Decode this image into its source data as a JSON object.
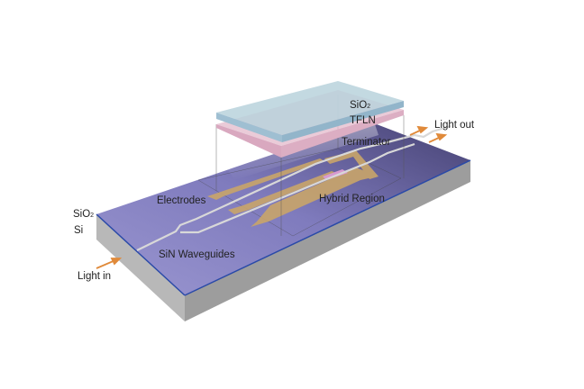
{
  "labels": {
    "top_sio2": "SiO",
    "top_sio2_sub": "2",
    "tfln": "TFLN",
    "light_out": "Light out",
    "terminator": "Terminator",
    "electrodes": "Electrodes",
    "hybrid_region": "Hybrid Region",
    "left_sio2": "SiO",
    "left_sio2_sub": "2",
    "si": "Si",
    "sin_waveguides": "SiN Waveguides",
    "light_in": "Light in"
  },
  "colors": {
    "chip_top": "#8a86c4",
    "chip_side": "#a9a9a9",
    "edge_blue": "#2a4aa8",
    "sio2_panel": "#a9c6d6",
    "tfln_panel": "#e3b9cb",
    "electrode": "#c9a56a",
    "arrow": "#e08a3a"
  }
}
